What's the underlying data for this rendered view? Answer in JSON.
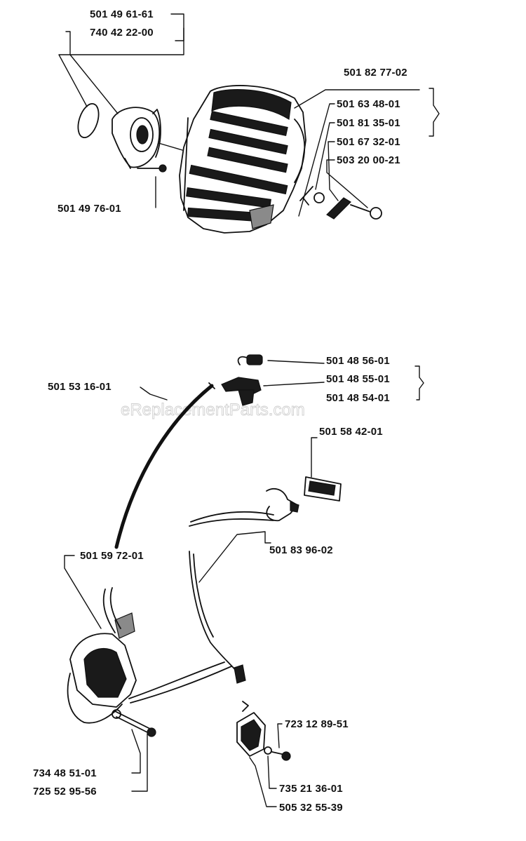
{
  "watermark": "eReplacementParts.com",
  "top_group": {
    "fan_housing_group": [
      "501 49 61-61",
      "740 42 22-00"
    ],
    "fan_housing_screw": "501 49 76-01",
    "cylinder_group_header": "501 82 77-02",
    "cylinder_group_items": [
      "501 63 48-01",
      "501 81 35-01",
      "501 67 32-01",
      "503 20 00-21"
    ]
  },
  "bottom_group": {
    "spark_plug_cap_spring": "501 48 56-01",
    "spark_plug_cap_items": [
      "501 48 55-01",
      "501 48 54-01"
    ],
    "ignition_cable": "501 53 16-01",
    "stop_switch": "501 58 42-01",
    "short_circuit_cable": "501 83 96-02",
    "ignition_module": "501 59 72-01",
    "module_screws": [
      "734 48 51-01",
      "725 52 95-56"
    ],
    "terminal_screw": "723 12 89-51",
    "terminal_items": [
      "735 21 36-01",
      "505 32 55-39"
    ]
  }
}
